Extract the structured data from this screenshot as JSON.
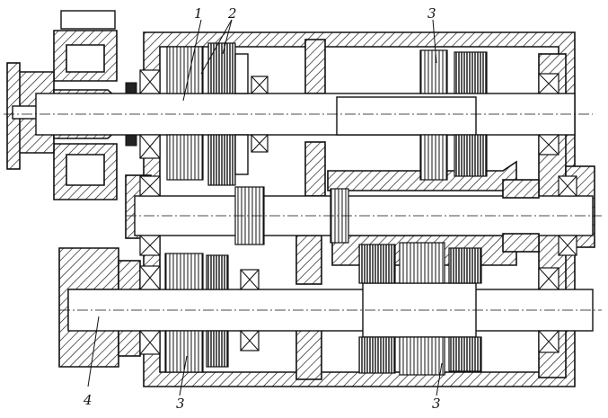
{
  "figure": {
    "callouts": [
      {
        "id": "c1",
        "text": "1"
      },
      {
        "id": "c2",
        "text": "2"
      },
      {
        "id": "c3-top",
        "text": "3"
      },
      {
        "id": "c4",
        "text": "4"
      },
      {
        "id": "c3-bottom-left",
        "text": "3"
      },
      {
        "id": "c3-bottom-right",
        "text": "3"
      }
    ]
  },
  "style": {
    "ink": "#111111",
    "paper": "#ffffff"
  }
}
